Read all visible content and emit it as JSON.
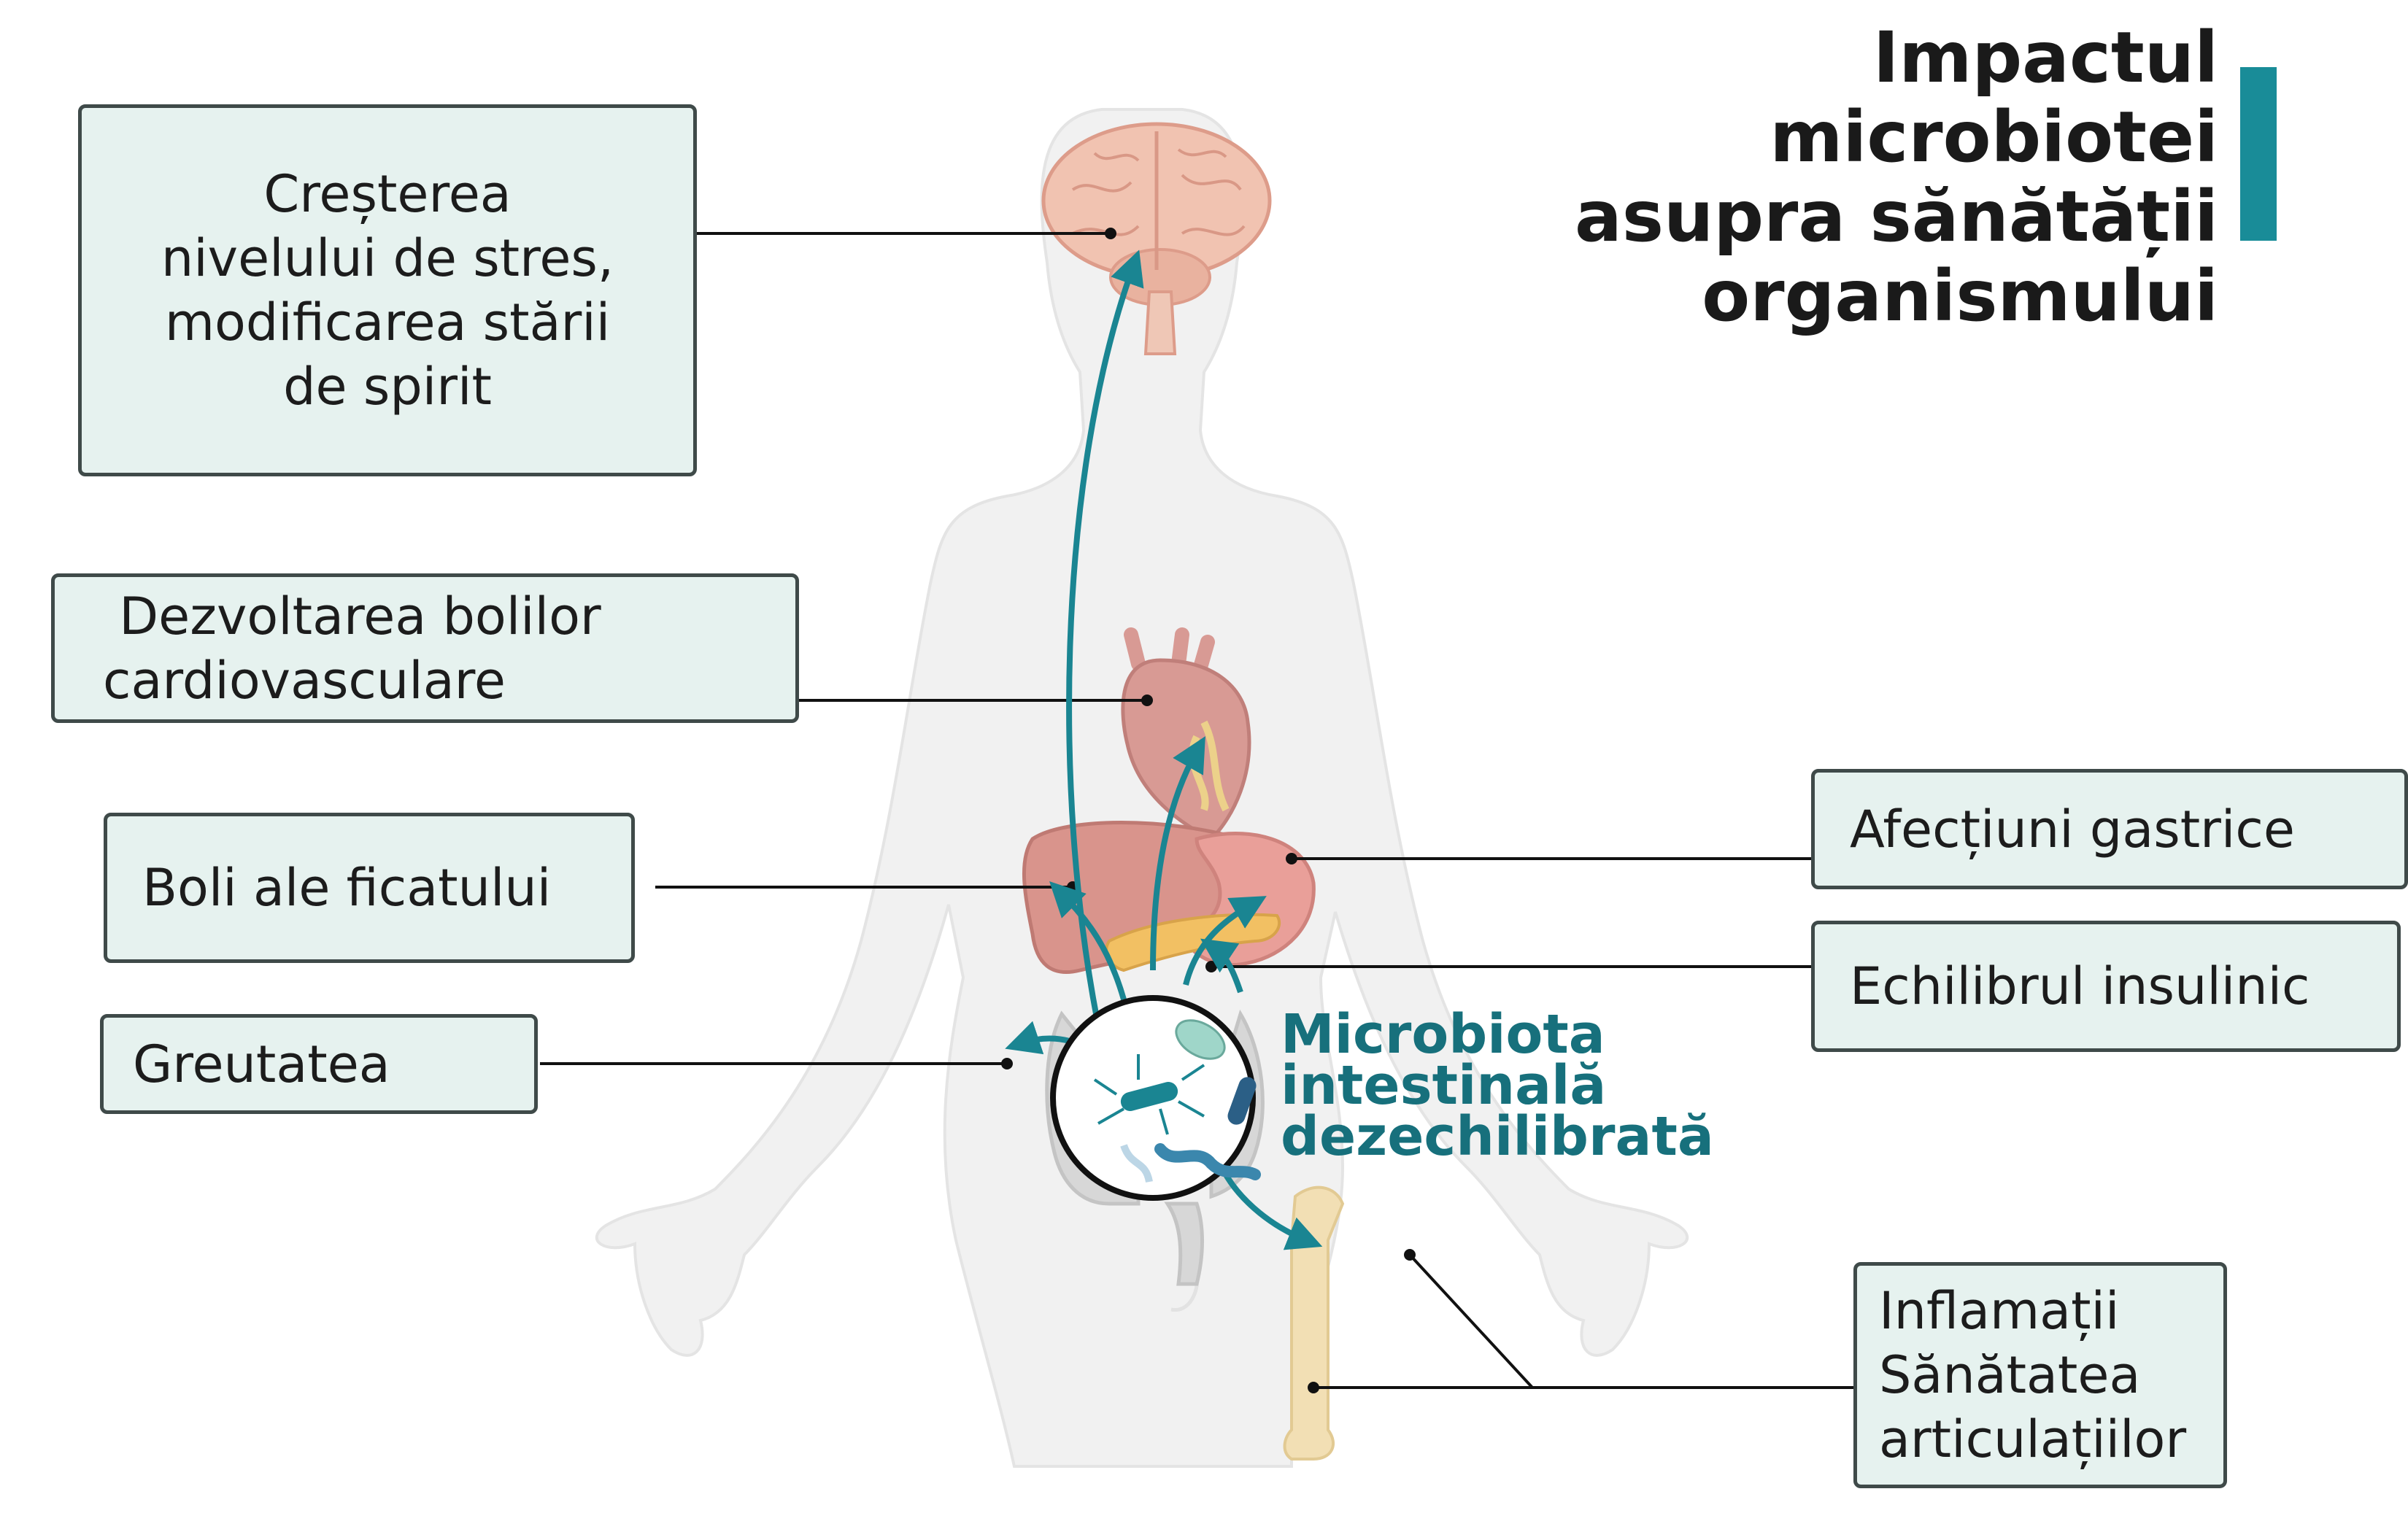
{
  "title": {
    "lines": [
      "Impactul",
      "microbiotei",
      "asupra sănătății",
      "organismului"
    ],
    "accent_color": "#198c98"
  },
  "center_label": {
    "lines": [
      "Microbiota",
      "intestinală",
      "dezechilibrată"
    ],
    "color": "#17707c"
  },
  "boxes": {
    "brain": {
      "lines": [
        "Creșterea",
        "nivelului de stres,",
        "modificarea stării",
        "de spirit"
      ]
    },
    "heart": {
      "lines": [
        " Dezvoltarea bolilor",
        "cardiovasculare"
      ]
    },
    "liver": {
      "lines": [
        "Boli ale ficatului"
      ]
    },
    "weight": {
      "lines": [
        "Greutatea"
      ]
    },
    "stomach": {
      "lines": [
        "Afecțiuni gastrice"
      ]
    },
    "insulin": {
      "lines": [
        "Echilibrul insulinic"
      ]
    },
    "joints": {
      "lines": [
        "Inflamații",
        "Sănătatea",
        "articulațiilor"
      ]
    }
  },
  "icons": {
    "body": "human-body-silhouette-icon",
    "brain": "brain-icon",
    "heart": "heart-icon",
    "liver": "liver-icon",
    "stomach": "stomach-icon",
    "pancreas": "pancreas-icon",
    "intestine": "intestine-icon",
    "bone": "femur-bone-icon",
    "microbes": "gut-bacteria-icon"
  },
  "colors": {
    "arrow": "#1a8592",
    "box_fill": "#e6f2ef",
    "box_border": "#3f4a49",
    "connector": "#111111"
  }
}
